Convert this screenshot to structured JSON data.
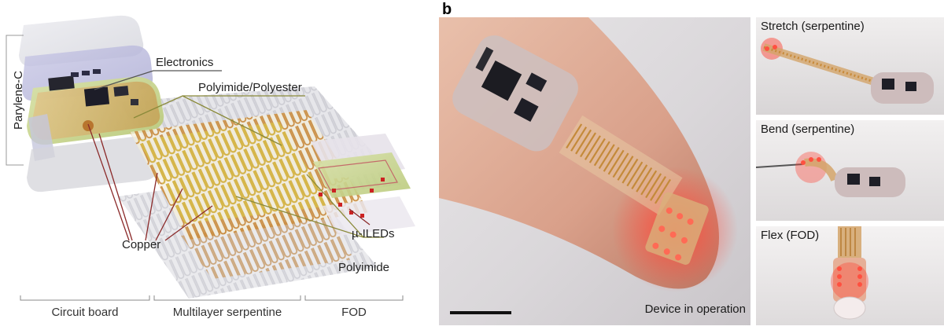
{
  "diagram": {
    "labels": {
      "parylene": "Parylene-C",
      "electronics": "Electronics",
      "polyimide_polyester": "Polyimide/Polyester",
      "micro_leds": "µ-ILEDs",
      "copper": "Copper",
      "polyimide": "Polyimide"
    },
    "sections": {
      "circuit_board": "Circuit board",
      "serpentine": "Multilayer serpentine",
      "fod": "FOD"
    }
  },
  "photos": {
    "panel_letter": "b",
    "main_caption": "Device in operation",
    "stretch": "Stretch (serpentine)",
    "bend": "Bend (serpentine)",
    "flex": "Flex (FOD)"
  },
  "colors": {
    "copper": "#c8893c",
    "leader_red": "#8b2a2a",
    "leader_olive": "#8a8a3a",
    "led": "#ff2b2b",
    "skin": "#d9a08a"
  }
}
